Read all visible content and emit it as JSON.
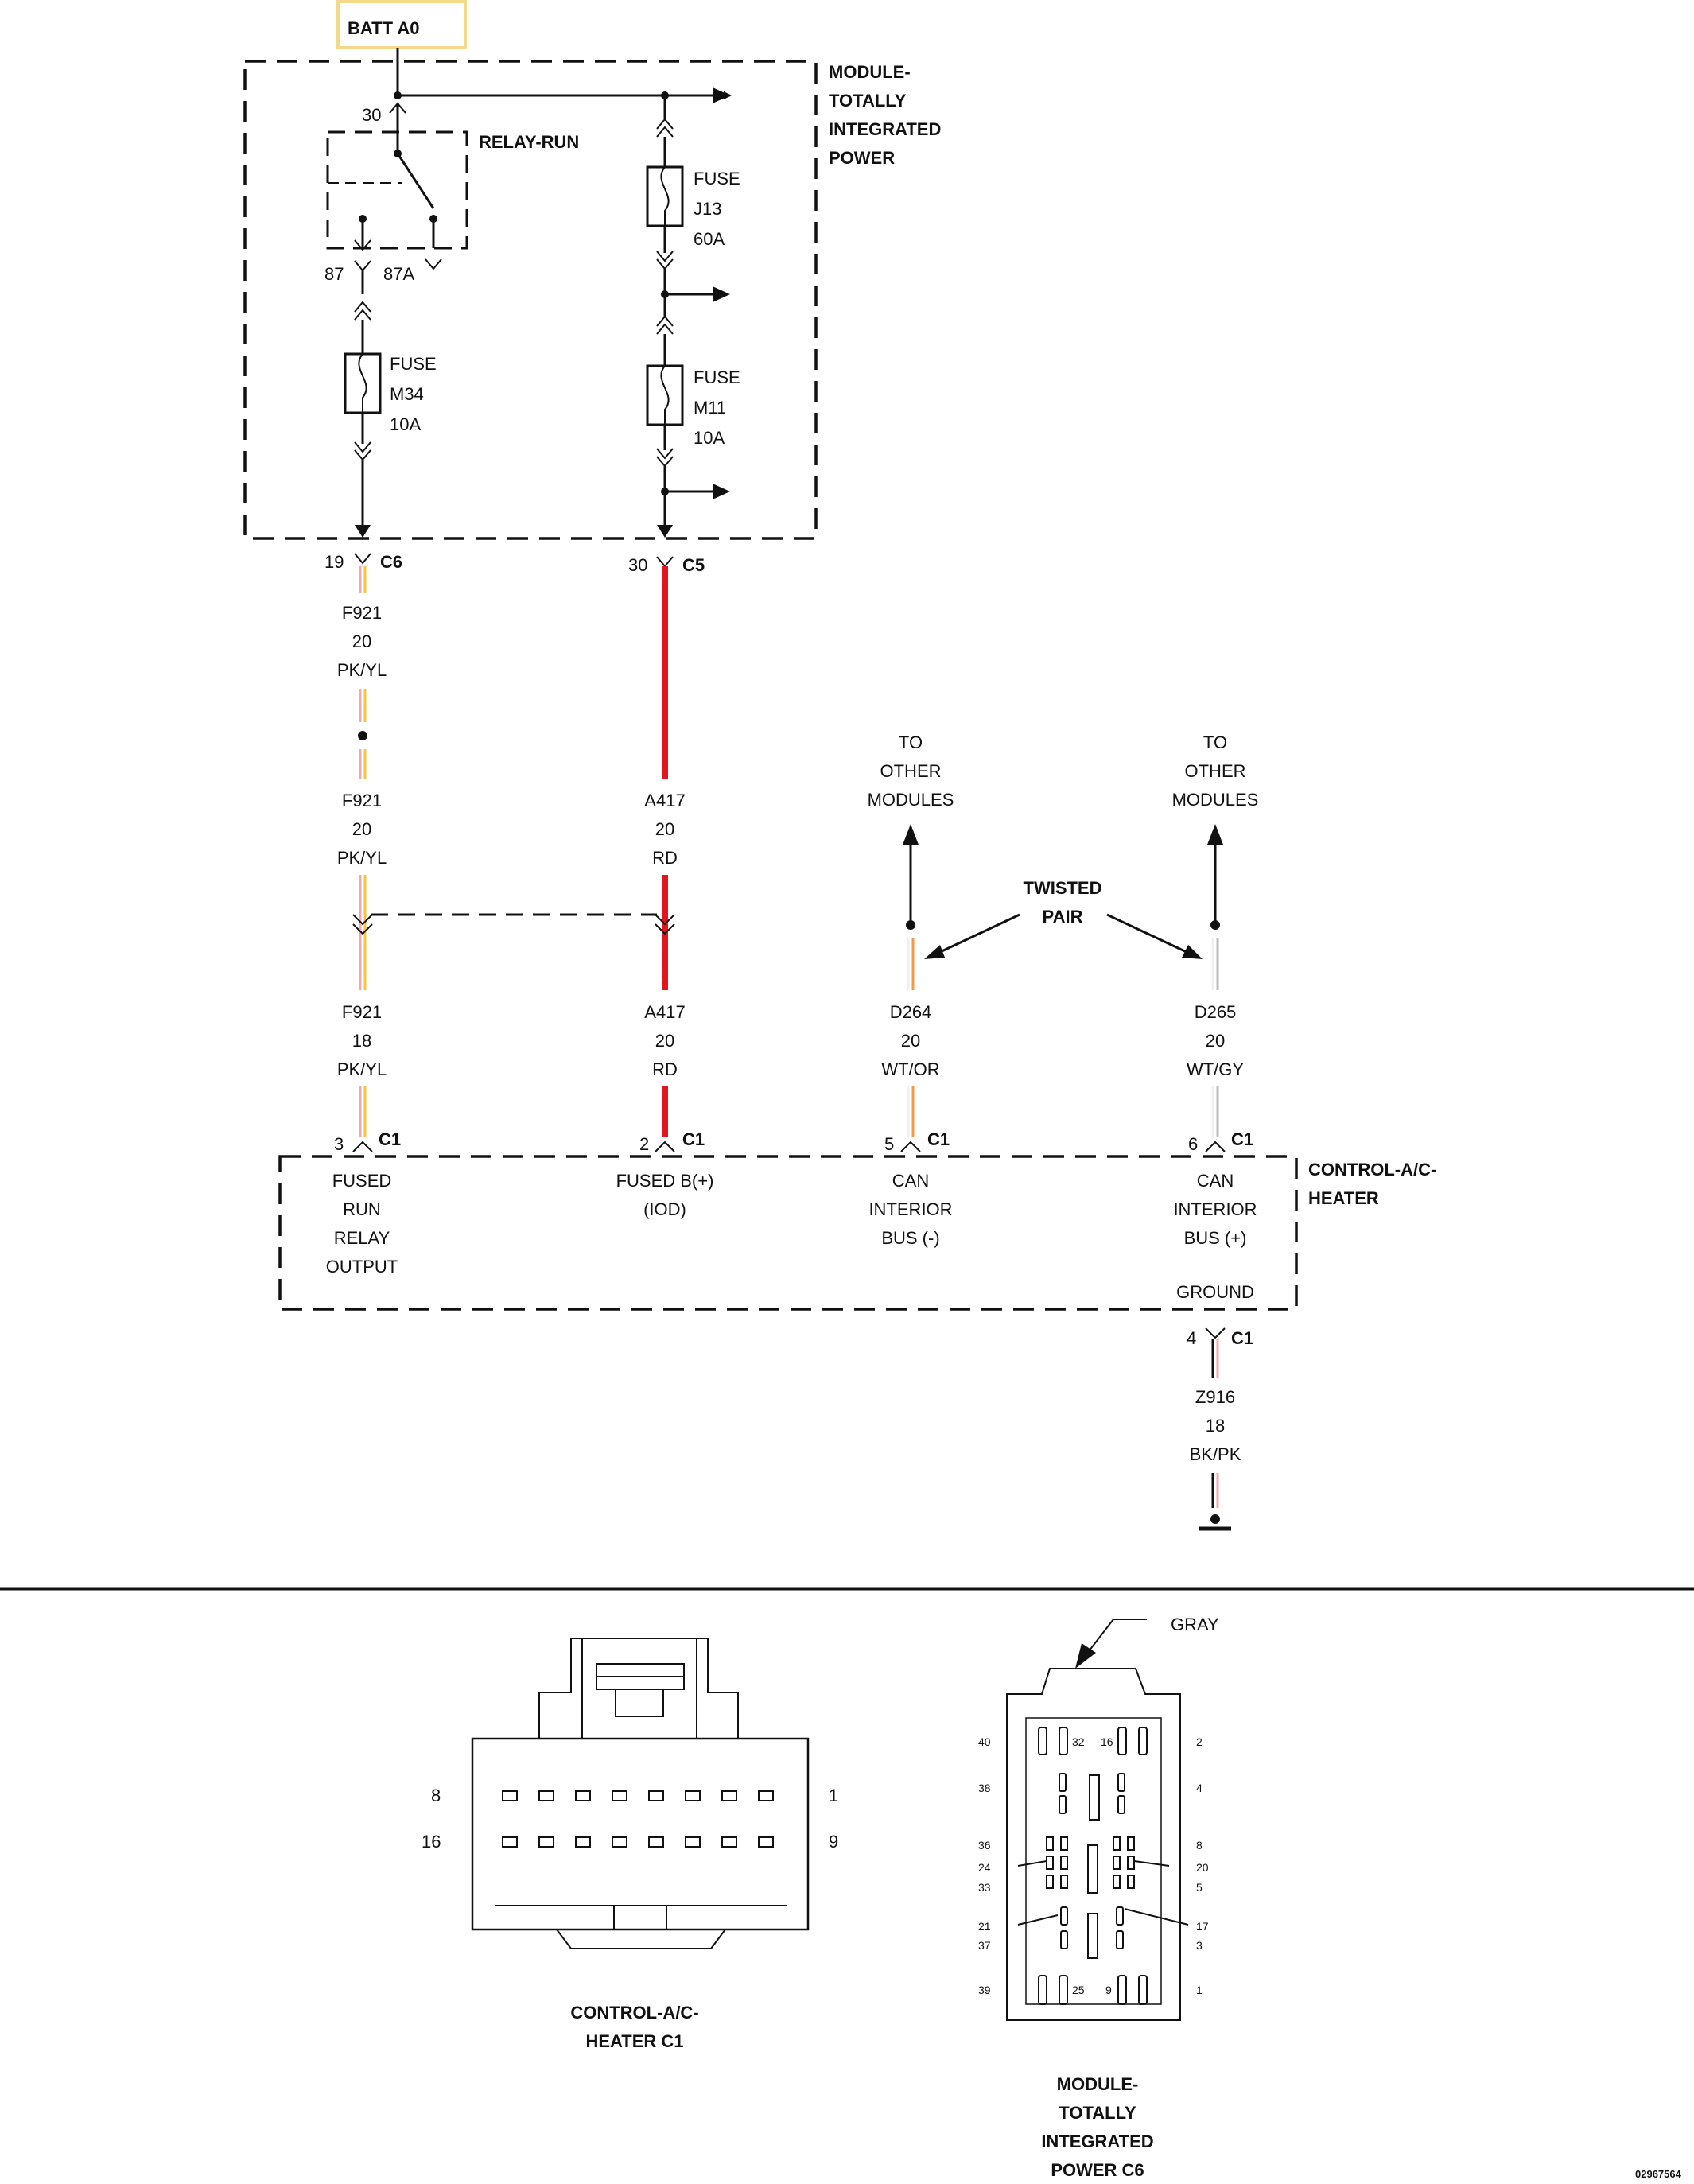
{
  "power": {
    "batt": "BATT A0",
    "batt_color": "#f5d98b"
  },
  "module_tip": {
    "title": [
      "MODULE-",
      "TOTALLY",
      "INTEGRATED",
      "POWER"
    ],
    "pin30": "30",
    "relay": {
      "label": "RELAY-RUN",
      "pin87": "87",
      "pin87a": "87A"
    },
    "fuse_m34": [
      "FUSE",
      "M34",
      "10A"
    ],
    "fuse_j13": [
      "FUSE",
      "J13",
      "60A"
    ],
    "fuse_m11": [
      "FUSE",
      "M11",
      "10A"
    ]
  },
  "connectors": {
    "c6": {
      "pin": "19",
      "name": "C6"
    },
    "c5": {
      "pin": "30",
      "name": "C5"
    },
    "c1_pin3": {
      "pin": "3",
      "name": "C1"
    },
    "c1_pin2": {
      "pin": "2",
      "name": "C1"
    },
    "c1_pin5": {
      "pin": "5",
      "name": "C1"
    },
    "c1_pin6": {
      "pin": "6",
      "name": "C1"
    },
    "c1_pin4": {
      "pin": "4",
      "name": "C1"
    }
  },
  "wires": {
    "f921_a": {
      "circuit": "F921",
      "gauge": "20",
      "color": "PK/YL"
    },
    "f921_b": {
      "circuit": "F921",
      "gauge": "20",
      "color": "PK/YL"
    },
    "f921_c": {
      "circuit": "F921",
      "gauge": "18",
      "color": "PK/YL"
    },
    "a417_a": {
      "circuit": "A417",
      "gauge": "20",
      "color": "RD"
    },
    "a417_b": {
      "circuit": "A417",
      "gauge": "20",
      "color": "RD"
    },
    "d264": {
      "circuit": "D264",
      "gauge": "20",
      "color": "WT/OR"
    },
    "d265": {
      "circuit": "D265",
      "gauge": "20",
      "color": "WT/GY"
    },
    "z916": {
      "circuit": "Z916",
      "gauge": "18",
      "color": "BK/PK"
    }
  },
  "wire_colors": {
    "pink": "#f4a7b0",
    "yellow": "#f5c542",
    "red": "#e3161b",
    "white": "#f0f0f0",
    "orange": "#f39a4a",
    "gray": "#bdbdbd",
    "black": "#111111"
  },
  "destinations": {
    "left": [
      "TO",
      "OTHER",
      "MODULES"
    ],
    "right": [
      "TO",
      "OTHER",
      "MODULES"
    ],
    "twisted_pair": [
      "TWISTED",
      "PAIR"
    ]
  },
  "controller": {
    "title": [
      "CONTROL-A/C-",
      "HEATER"
    ],
    "pin3_label": [
      "FUSED",
      "RUN",
      "RELAY",
      "OUTPUT"
    ],
    "pin2_label": [
      "FUSED B(+)",
      "(IOD)"
    ],
    "pin5_label": [
      "CAN",
      "INTERIOR",
      "BUS (-)"
    ],
    "pin6_label": [
      "CAN",
      "INTERIOR",
      "BUS (+)"
    ],
    "ground_label": "GROUND"
  },
  "connector_views": {
    "c1": {
      "caption": [
        "CONTROL-A/C-",
        "HEATER C1"
      ],
      "pin_top_left": "8",
      "pin_top_right": "1",
      "pin_bottom_left": "16",
      "pin_bottom_right": "9"
    },
    "c6": {
      "caption": [
        "MODULE-",
        "TOTALLY",
        "INTEGRATED",
        "POWER C6"
      ],
      "color_callout": "GRAY",
      "left_pins": [
        "40",
        "38",
        "36",
        "24",
        "33",
        "21",
        "37",
        "39"
      ],
      "right_pins": [
        "2",
        "4",
        "8",
        "20",
        "5",
        "17",
        "3",
        "1"
      ],
      "inner_pins": [
        "32",
        "16",
        "25",
        "9"
      ]
    }
  },
  "image_id": "02967564"
}
